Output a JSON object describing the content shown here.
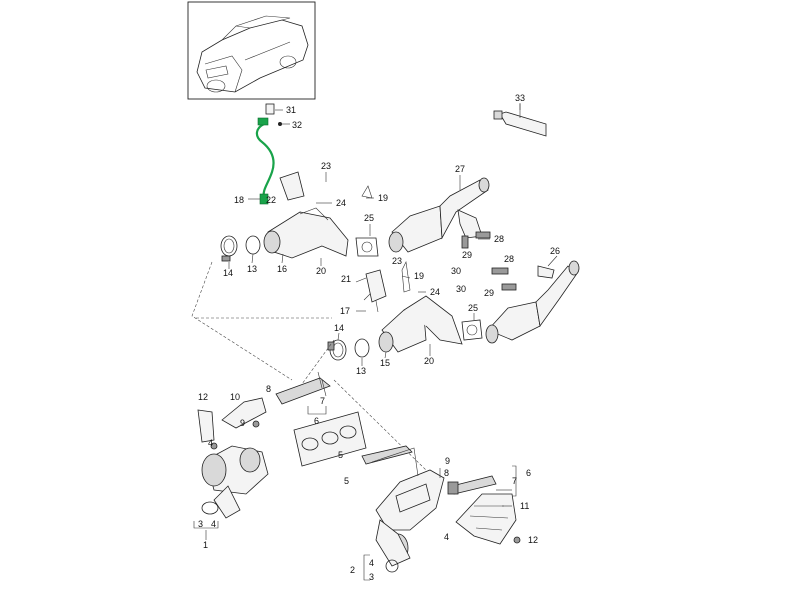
{
  "callouts": {
    "c31": "31",
    "c32": "32",
    "c33": "33",
    "c23a": "23",
    "c24a": "24",
    "c19a": "19",
    "c18": "18",
    "c22": "22",
    "c27": "27",
    "c25a": "25",
    "c29a": "29",
    "c28a": "28",
    "c14a": "14",
    "c13a": "13",
    "c16": "16",
    "c20a": "20",
    "c30a": "30",
    "c26": "26",
    "c21": "21",
    "c23b": "23",
    "c19b": "19",
    "c24b": "24",
    "c28b": "28",
    "c30b": "30",
    "c29b": "29",
    "c17": "17",
    "c25b": "25",
    "c14b": "14",
    "c13b": "13",
    "c15": "15",
    "c20b": "20",
    "c12a": "12",
    "c10": "10",
    "c8": "8",
    "c7a": "7",
    "c6a": "6",
    "c9a": "9",
    "c4a": "4",
    "c5a": "5",
    "c3a": "3",
    "c4b": "4",
    "c1": "1",
    "c9b": "9",
    "c8b": "8",
    "c6b": "6",
    "c7b": "7",
    "c5b": "5",
    "c11": "11",
    "c4c": "4",
    "c12b": "12",
    "c2": "2",
    "c4d": "4",
    "c3b": "3"
  },
  "colors": {
    "highlight": "#19a34a"
  }
}
